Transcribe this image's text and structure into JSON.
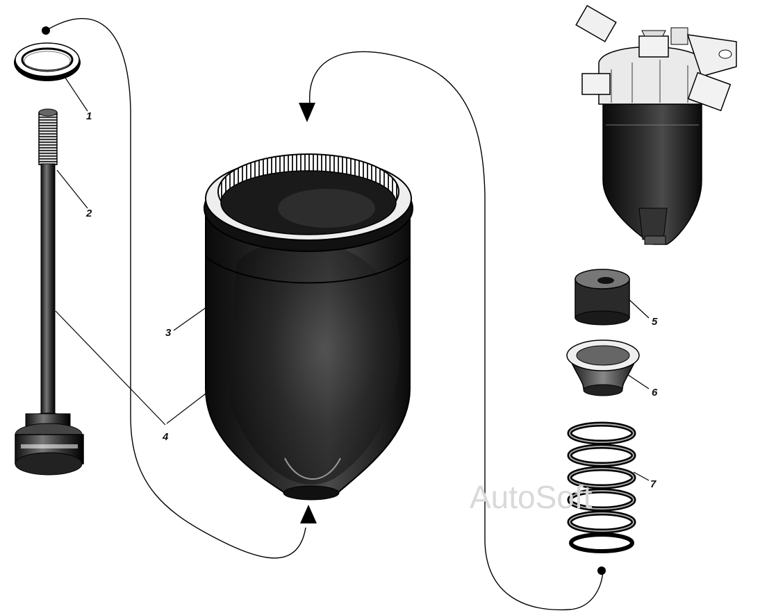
{
  "diagram": {
    "callouts": [
      {
        "id": "1",
        "text": "1"
      },
      {
        "id": "2",
        "text": "2"
      },
      {
        "id": "3",
        "text": "3"
      },
      {
        "id": "4",
        "text": "4"
      },
      {
        "id": "5",
        "text": "5"
      },
      {
        "id": "6",
        "text": "6"
      },
      {
        "id": "7",
        "text": "7"
      }
    ],
    "watermark": "AutoSoft"
  }
}
